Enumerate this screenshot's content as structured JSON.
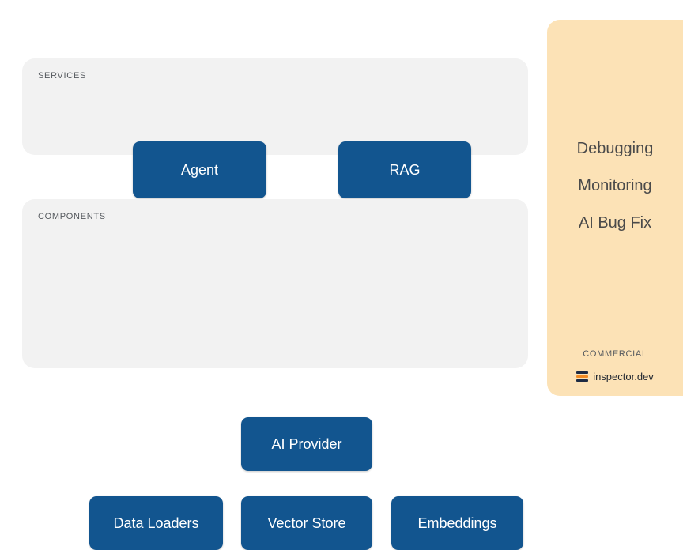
{
  "diagram": {
    "groups": [
      {
        "label": "SERVICES",
        "nodes": [
          {
            "label": "Agent"
          },
          {
            "label": "RAG"
          }
        ]
      },
      {
        "label": "COMPONENTS",
        "nodes": [
          {
            "label": "AI Provider"
          },
          {
            "label": "Data Loaders"
          },
          {
            "label": "Vector Store"
          },
          {
            "label": "Embeddings"
          }
        ]
      }
    ]
  },
  "sidebar": {
    "features": [
      {
        "label": "Debugging"
      },
      {
        "label": "Monitoring"
      },
      {
        "label": "AI Bug Fix"
      }
    ],
    "section_label": "COMMERCIAL",
    "brand_name": "inspector.dev"
  },
  "colors": {
    "node_blue": "#12558f",
    "panel_grey": "#f2f2f2",
    "sidebar_peach": "#fce2b6",
    "label_grey": "#55595e",
    "feature_text": "#4a4a4a",
    "brand_accent": "#f08a24",
    "brand_dark": "#1d2b44"
  }
}
